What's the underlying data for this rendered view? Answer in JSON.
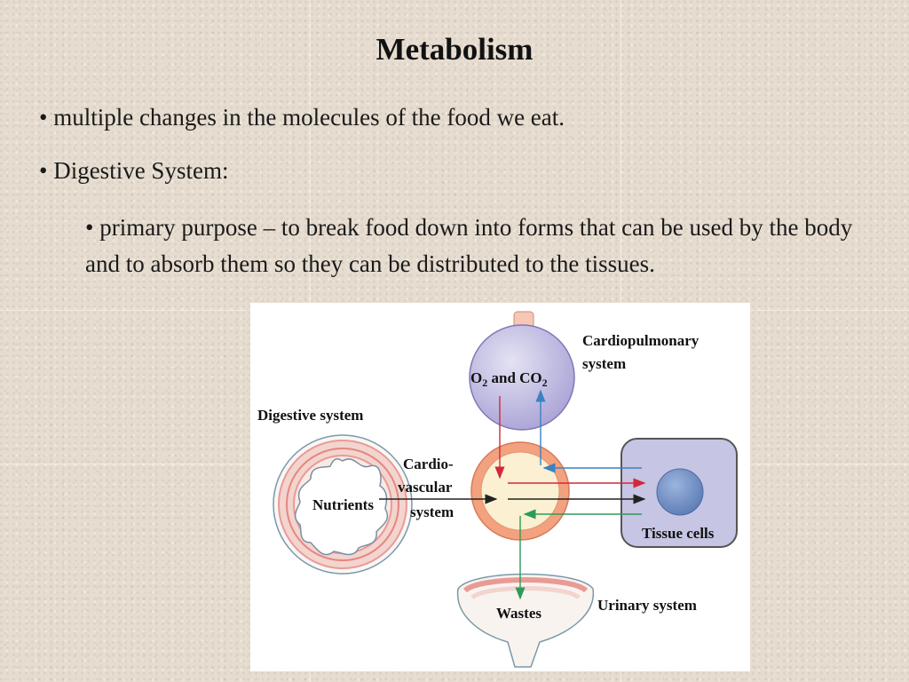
{
  "slide": {
    "title": "Metabolism",
    "bullets": [
      "• multiple changes in the molecules of the food we eat.",
      "• Digestive System:",
      "• primary purpose – to break food down into forms that can be used by the body and to absorb them so they can be distributed to the tissues."
    ]
  },
  "figure": {
    "labels": {
      "cardiopulmonary_1": "Cardiopulmonary",
      "cardiopulmonary_2": "system",
      "o2": "O",
      "and_co": " and CO",
      "sub2": "2",
      "digestive": "Digestive system",
      "cardio_1": "Cardio-",
      "cardio_2": "vascular",
      "cardio_3": "system",
      "nutrients": "Nutrients",
      "tissue": "Tissue cells",
      "urinary": "Urinary system",
      "wastes": "Wastes"
    },
    "colors": {
      "lung": "#b9b4de",
      "heart_ring": "#f2a27e",
      "heart_fill": "#fbf0d2",
      "tissue": "#c6c5e3",
      "nucleus": "#6f8fc4",
      "arrow_red": "#d1283b",
      "arrow_blue": "#3a82c4",
      "arrow_green": "#2e9a5a",
      "arrow_black": "#222222"
    }
  }
}
